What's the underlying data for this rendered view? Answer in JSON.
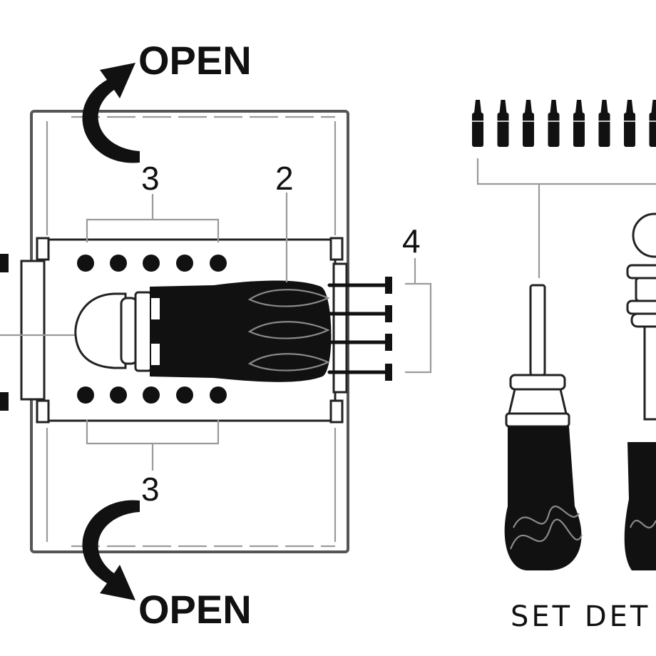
{
  "labels": {
    "open_top": "OPEN",
    "open_bottom": "OPEN",
    "callout_3_top": "3",
    "callout_2": "2",
    "callout_4": "4",
    "callout_3_bottom": "3",
    "set_caption": "SET DET"
  },
  "colors": {
    "ink": "#111111",
    "line_gray": "#9a9a9a",
    "frame_gray": "#555555",
    "background": "#ffffff"
  },
  "icons": {
    "open_arrow_top": "curved-arrow-up-icon",
    "open_arrow_bottom": "curved-arrow-down-icon",
    "screwdriver": "screwdriver-icon",
    "bit": "screwdriver-bit-icon"
  }
}
